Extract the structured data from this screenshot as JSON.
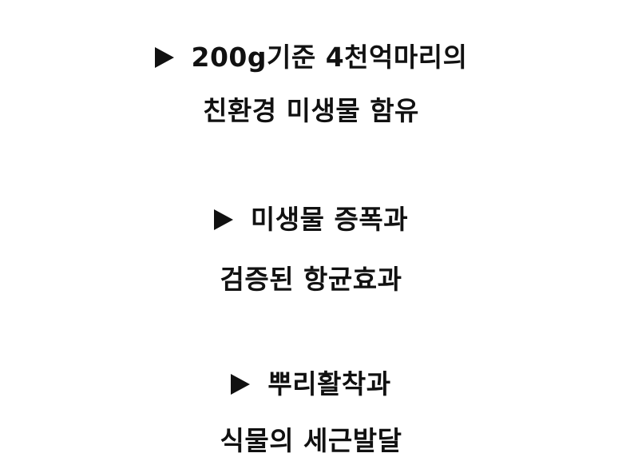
{
  "features": [
    {
      "heading": "200g기준 4천억마리의",
      "detail": "친환경 미생물 함유"
    },
    {
      "heading": "미생물 증폭과",
      "detail": "검증된 항균효과"
    },
    {
      "heading": "뿌리활착과",
      "detail": "식물의 세근발달"
    }
  ],
  "icons": {
    "bullet": "triangle-right-icon"
  },
  "colors": {
    "text": "#111111",
    "background": "#ffffff"
  }
}
